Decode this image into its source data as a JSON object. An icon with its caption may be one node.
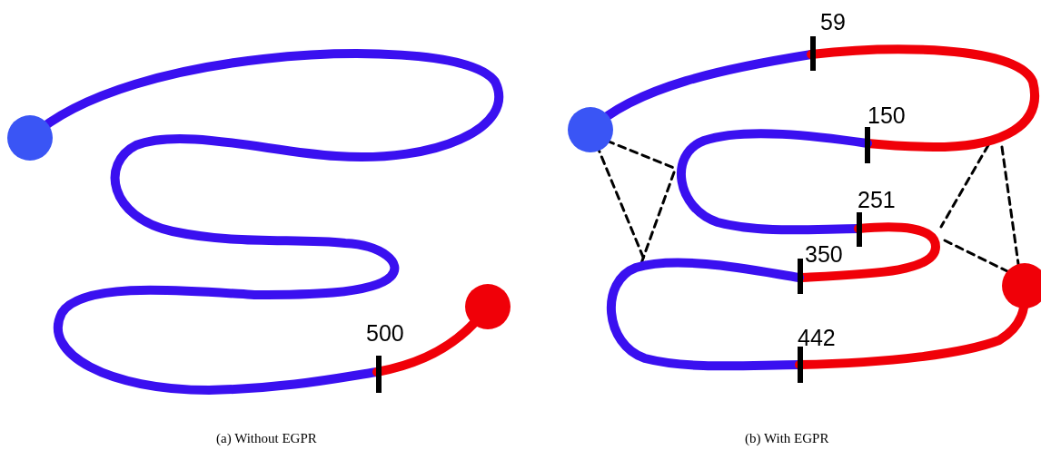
{
  "diagram": {
    "labels": [
      "500",
      "59",
      "150",
      "251",
      "350",
      "442",
      "(a) Without EGPR",
      "(b) With EGPR"
    ]
  }
}
